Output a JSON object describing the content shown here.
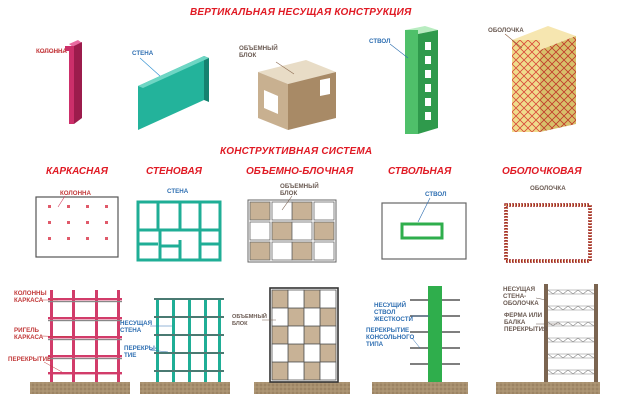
{
  "titles": {
    "vertical": "ВЕРТИКАЛЬНАЯ НЕСУЩАЯ КОНСТРУКЦИЯ",
    "system": "КОНСТРУКТИВНАЯ СИСТЕМА"
  },
  "elements": {
    "column": "КОЛОННА",
    "wall": "СТЕНА",
    "block": "ОБЪЕМНЫЙ\nБЛОК",
    "shaft": "СТВОЛ",
    "shell": "ОБОЛОЧКА"
  },
  "systems": {
    "frame": "КАРКАСНАЯ",
    "wall": "СТЕНОВАЯ",
    "block": "ОБЪЕМНО-БЛОЧНАЯ",
    "shaft": "СТВОЛЬНАЯ",
    "shell": "ОБОЛОЧКОВАЯ"
  },
  "plan_labels": {
    "column": "КОЛОННА",
    "wall": "СТЕНА",
    "block": "ОБЪЕМНЫЙ\nБЛОК",
    "shaft": "СТВОЛ",
    "shell": "ОБОЛОЧКА"
  },
  "section_labels": {
    "frame_columns": "КОЛОННЫ\nКАРКАСА",
    "frame_girder": "РИГЕЛЬ\nКАРКАСА",
    "frame_floor": "ПЕРЕКРЫТИЕ",
    "wall_bearing": "НЕСУЩАЯ\nСТЕНА",
    "wall_floor": "ПЕРЕКРЫ-\nТИЕ",
    "block_block": "ОБЪЕМНЫЙ\nБЛОК",
    "shaft_bearing": "НЕСУЩИЙ\nСТВОЛ\nЖЕСТКОСТИ",
    "shaft_floor": "ПЕРЕКРЫТИЕ\nКОНСОЛЬНОГО\nТИПА",
    "shell_bearing": "НЕСУЩАЯ\nСТЕНА-\nОБОЛОЧКА",
    "shell_truss": "ФЕРМА ИЛИ\nБАЛКА\nПЕРЕКРЫТИЯ"
  }
}
